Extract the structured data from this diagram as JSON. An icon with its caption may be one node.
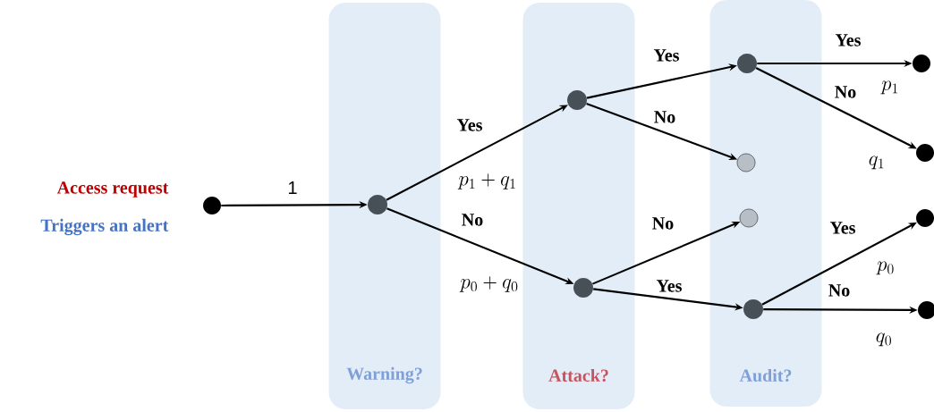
{
  "diagram": {
    "nodes": [
      {
        "text": [
          "Warning?"
        ]
      },
      {
        "text": [
          "Attack?"
        ]
      },
      {
        "text": [
          "Audit?"
        ]
      },
      {
        "text": [],
        "shape": "circle",
        "beside": [
          "Access request",
          "Triggers an alert"
        ]
      },
      {
        "text": [],
        "shape": "circle",
        "in": 0
      },
      {
        "text": [],
        "shape": "circle",
        "in": 1
      },
      {
        "text": [],
        "shape": "circle",
        "in": 1
      },
      {
        "text": [],
        "shape": "circle",
        "in": 2
      },
      {
        "text": [],
        "shape": "circle",
        "in": 2
      },
      {
        "text": [],
        "shape": "circle",
        "in": 2
      },
      {
        "text": [],
        "shape": "circle",
        "in": 2
      },
      {
        "text": [],
        "shape": "circle"
      },
      {
        "text": [],
        "shape": "circle"
      },
      {
        "text": [],
        "shape": "circle"
      },
      {
        "text": [],
        "shape": "circle"
      }
    ],
    "edges": [
      {
        "from": 3,
        "to": 4,
        "arrow": "to",
        "label": "1"
      },
      {
        "from": 4,
        "to": 5,
        "arrow": "to",
        "label": "Yes"
      },
      {
        "from": 4,
        "to": 6,
        "arrow": "to",
        "label": "No"
      },
      {
        "from": 5,
        "to": 7,
        "arrow": "to",
        "label": "Yes"
      },
      {
        "from": 5,
        "to": 8,
        "arrow": "to",
        "label": "No"
      },
      {
        "from": 6,
        "to": 9,
        "arrow": "to",
        "label": "No"
      },
      {
        "from": 6,
        "to": 10,
        "arrow": "to",
        "label": "Yes"
      },
      {
        "from": 7,
        "to": 11,
        "arrow": "to",
        "label": "Yes"
      },
      {
        "from": 7,
        "to": 12,
        "arrow": "to",
        "label": "No"
      },
      {
        "from": 10,
        "to": 13,
        "arrow": "to",
        "label": "Yes"
      },
      {
        "from": 10,
        "to": 14,
        "arrow": "to",
        "label": "No"
      }
    ],
    "labels": [
      "p_1+q_1",
      "p_0+q_0",
      "p_1",
      "q_1",
      "p_0",
      "q_0"
    ]
  }
}
